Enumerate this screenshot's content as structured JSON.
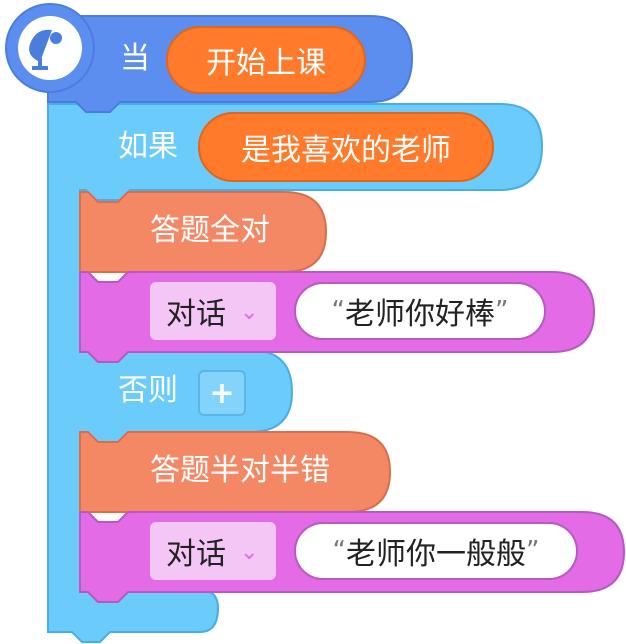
{
  "event_block": {
    "label": "当",
    "event_name": "开始上课",
    "icon": "satellite-dish-icon"
  },
  "if_block": {
    "label": "如果",
    "condition": "是我喜欢的老师",
    "else_label": "否则",
    "add_button": "+"
  },
  "then_branch": {
    "condition_block": "答题全对",
    "dialog_block": {
      "dropdown": "对话",
      "text": "老师你好棒"
    }
  },
  "else_branch": {
    "condition_block": "答题半对半错",
    "dialog_block": {
      "dropdown": "对话",
      "text": "老师你一般般"
    }
  },
  "colors": {
    "event_blue": "#5c8ef0",
    "control_cyan": "#6bcbfb",
    "salmon": "#f58864",
    "magenta": "#e36be6",
    "orange_reporter": "#ff7a2a"
  }
}
